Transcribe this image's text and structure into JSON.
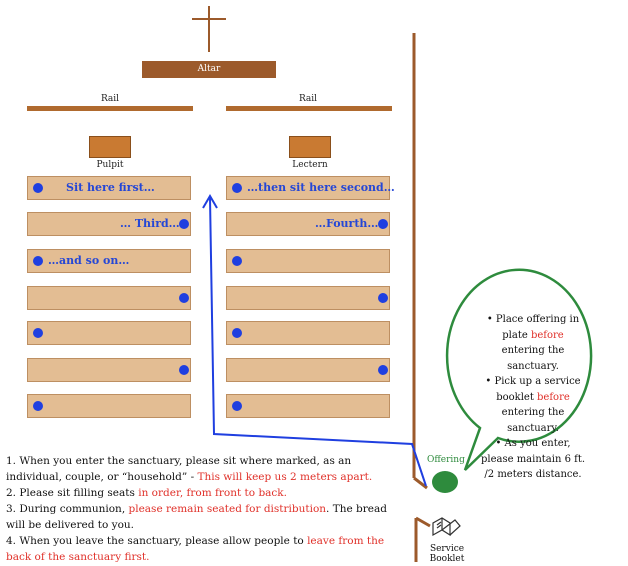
{
  "altar": "Altar",
  "rail_left": "Rail",
  "rail_right": "Rail",
  "pulpit": "Pulpit",
  "lectern": "Lectern",
  "pews_left": [
    "Sit here first…",
    "… Third…",
    "…and so on…",
    "",
    "",
    "",
    ""
  ],
  "pews_right": [
    "…then sit here second…",
    "…Fourth…",
    "",
    "",
    "",
    "",
    ""
  ],
  "offering_label": "Offering",
  "bubble": {
    "b1_pre": "• Place offering in plate ",
    "b1_red": "before",
    "b1_post": " entering the sanctuary.",
    "b2_pre": "• Pick up a service booklet ",
    "b2_red": "before",
    "b2_post": " entering the sanctuary.",
    "b3": "• As you enter, please maintain 6 ft. /2 meters distance."
  },
  "booklet_label_1": "Service",
  "booklet_label_2": "Booklet",
  "instructions": {
    "i1_pre": "1. When you enter the sanctuary, please sit where marked, as an individual, couple, or “household” - ",
    "i1_red": "This will keep us 2 meters apart.",
    "i2_pre": "2. Please sit filling seats ",
    "i2_red": "in order, from front to back.",
    "i3_pre": "3. During communion, ",
    "i3_red": "please remain seated for distribution",
    "i3_post": ".  The bread will be delivered to you.",
    "i4_pre": "4. When you leave the sanctuary, please allow people to ",
    "i4_red": "leave from the back of the sanctuary first."
  },
  "colors": {
    "pew_fill": "#e3bd93",
    "dot": "#1f3fe0",
    "arrow": "#1f3fe0",
    "offering": "#2e8b3d",
    "highlight": "#e0312a"
  }
}
